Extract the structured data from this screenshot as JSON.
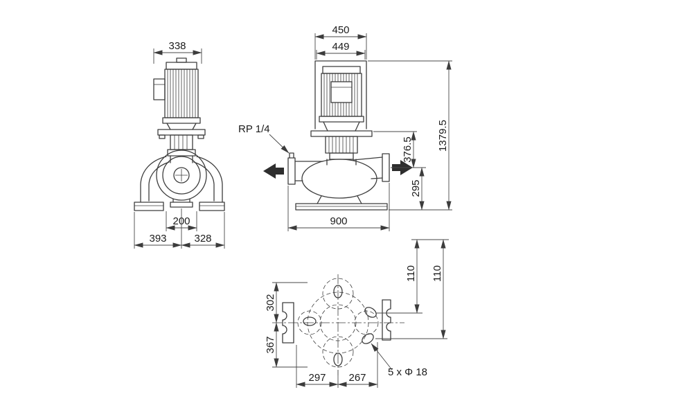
{
  "front_view": {
    "dim_top_width": "338",
    "dim_port_spacing": "200",
    "dim_base_left": "393",
    "dim_base_right": "328"
  },
  "side_view": {
    "dim_bracket_outer": "450",
    "dim_bracket_inner": "449",
    "thread_label": "RP 1/4",
    "dim_mid_height": "376.5",
    "dim_total_height": "1379.5",
    "dim_port_height": "295",
    "dim_overall_length": "900"
  },
  "plan_view": {
    "dim_upper_depth": "302",
    "dim_lower_depth": "367",
    "dim_hole_offset_1": "110",
    "dim_hole_offset_2": "110",
    "dim_bolt_left": "297",
    "dim_bolt_right": "267",
    "holes_callout": "5 x Φ 18"
  }
}
